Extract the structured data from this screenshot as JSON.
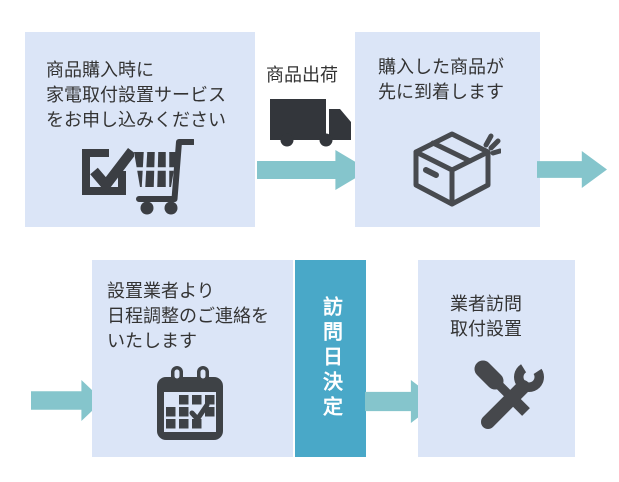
{
  "flow": {
    "step1": {
      "icons": [
        "checkbox-icon",
        "cart-icon"
      ],
      "lines": [
        "商品購入時に",
        "家電取付設置サービス",
        "をお申し込みください"
      ]
    },
    "shipment": {
      "label": "商品出荷",
      "icon": "truck-icon"
    },
    "step2": {
      "icon": "package-icon",
      "lines": [
        "購入した商品が",
        "先に到着します"
      ]
    },
    "step3": {
      "icon": "calendar-icon",
      "lines": [
        "設置業者より",
        "日程調整のご連絡を",
        "いたします"
      ]
    },
    "milestone": {
      "label": "訪問日決定"
    },
    "step4": {
      "icon": "tools-icon",
      "lines": [
        "業者訪問",
        "取付設置"
      ]
    }
  },
  "colors": {
    "background": "#ffffff",
    "panel_bg": "#dbe5f7",
    "arrow": "#85c5cc",
    "milestone_bg": "#49a8c8",
    "milestone_text": "#ffffff",
    "text": "#333333",
    "icon": "#3b3e43",
    "package_outline": "#474a4f"
  }
}
